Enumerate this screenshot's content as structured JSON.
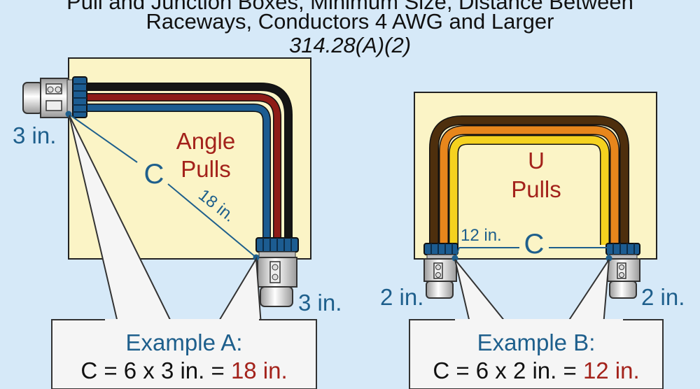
{
  "title": {
    "line1": "Pull and Junction Boxes, Minimum Size, Distance Between",
    "line2": "Raceways, Conductors 4 AWG and Larger",
    "line3": "314.28(A)(2)"
  },
  "example_a": {
    "pull_type_line1": "Angle",
    "pull_type_line2": "Pulls",
    "distance_letter": "C",
    "distance_value": "18 in.",
    "left_raceway": "3 in.",
    "bottom_raceway": "3 in.",
    "heading": "Example A:",
    "formula": "C = 6 x 3 in. = ",
    "result": "18 in."
  },
  "example_b": {
    "pull_type_line1": "U",
    "pull_type_line2": "Pulls",
    "distance_letter": "C",
    "distance_value": "12 in.",
    "left_raceway": "2 in.",
    "right_raceway": "2 in.",
    "heading": "Example B:",
    "formula": "C = 6 x 2 in. = ",
    "result": "12 in."
  },
  "colors": {
    "background": "#d6e9f8",
    "box_fill": "#fbf4c6",
    "label_blue": "#1e5f8c",
    "label_red": "#a3221b",
    "conductor_black": "#151515",
    "conductor_red": "#8e1c17",
    "conductor_blue": "#1c5c91",
    "conductor_brown": "#4e2f0d",
    "conductor_orange": "#e7861c",
    "conductor_yellow": "#f5d21f"
  }
}
